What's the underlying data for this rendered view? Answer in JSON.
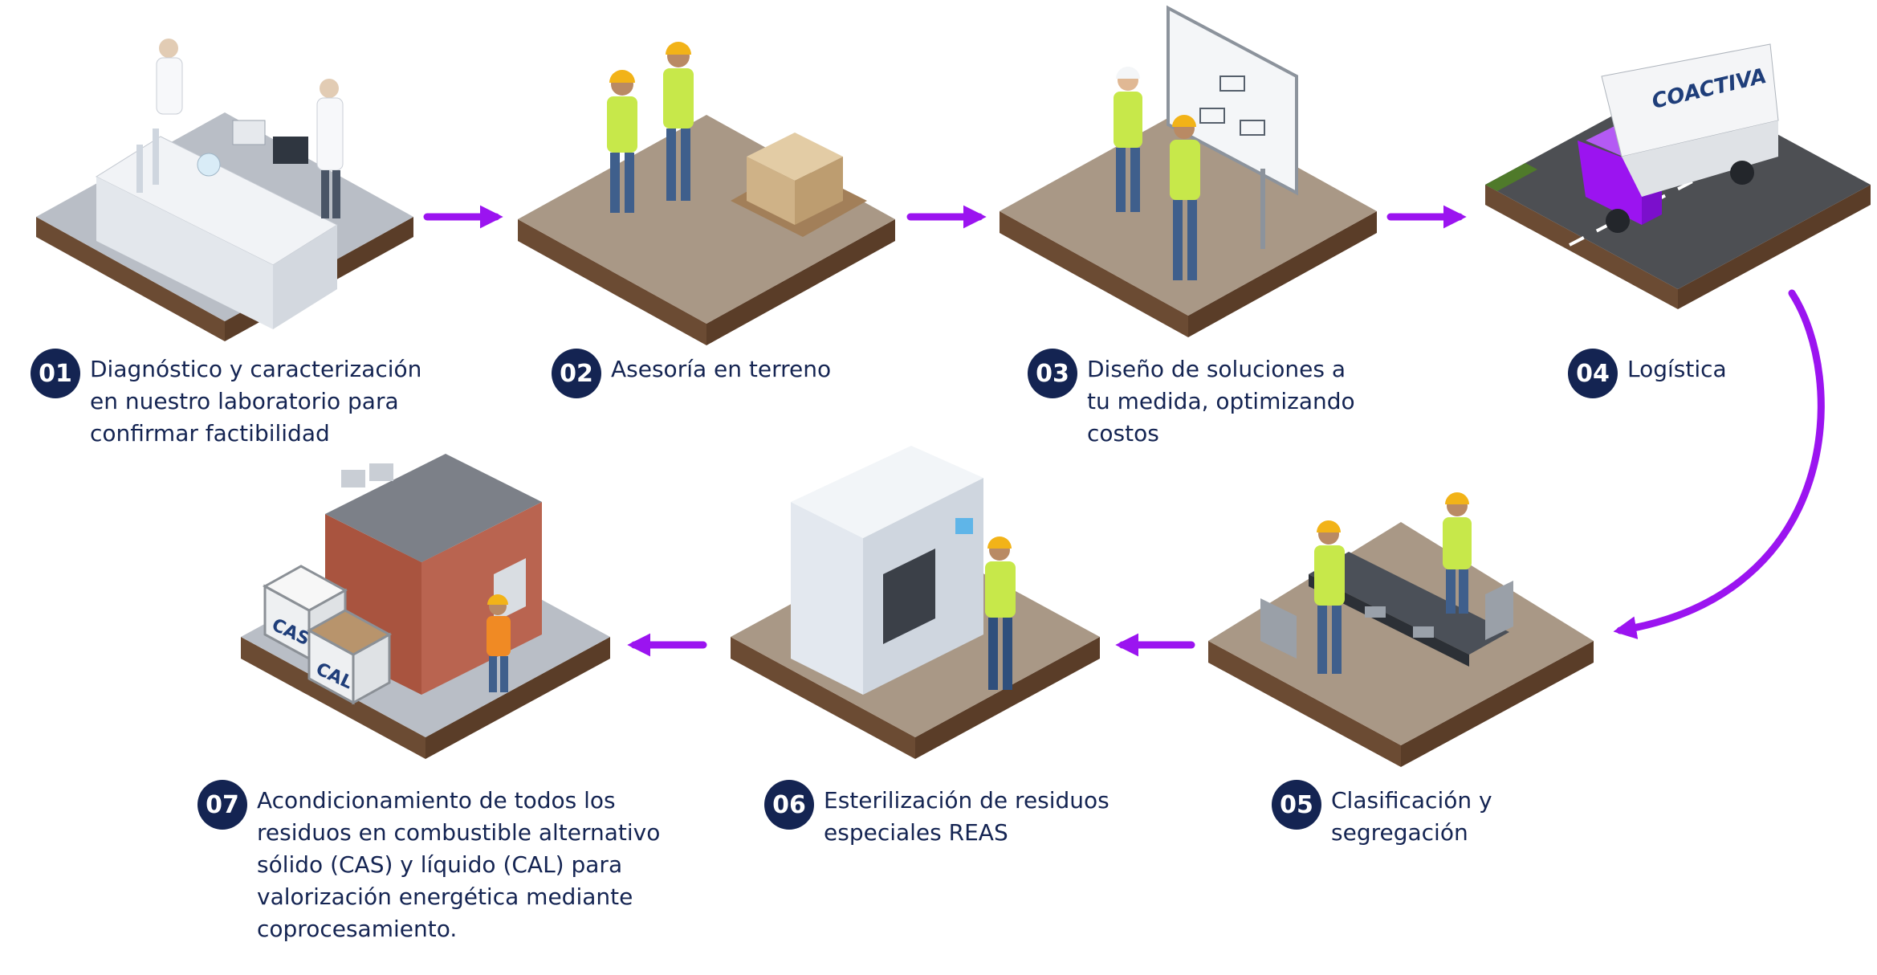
{
  "brand": {
    "truck_logo": "COACTIVA"
  },
  "colors": {
    "accent_arrow": "#9B14F0",
    "badge": "#142452",
    "text": "#142452",
    "soil_top": "#a99886",
    "soil_side": "#6b4b33",
    "grass": "#4f7a2a",
    "road": "#4d4f53",
    "concrete": "#b9bec6",
    "vest": "#c7e84a",
    "helmet": "#f2b318"
  },
  "steps": [
    {
      "number": "01",
      "label": "Diagnóstico y caracterización\nen nuestro laboratorio para\nconfirmar factibilidad",
      "scene": "laboratory"
    },
    {
      "number": "02",
      "label": "Asesoría en terreno",
      "scene": "field-consulting"
    },
    {
      "number": "03",
      "label": "Diseño de soluciones a\ntu medida, optimizando\ncostos",
      "scene": "whiteboard-design"
    },
    {
      "number": "04",
      "label": "Logística",
      "scene": "truck"
    },
    {
      "number": "05",
      "label": "Clasificación y\nsegregación",
      "scene": "sorting-conveyor"
    },
    {
      "number": "06",
      "label": "Esterilización de residuos\nespeciales REAS",
      "scene": "sterilizer"
    },
    {
      "number": "07",
      "label": "Acondicionamiento de todos los\nresiduos en combustible alternativo\nsólido (CAS) y líquido (CAL) para\nvalorización energética mediante\ncoprocesamiento.",
      "scene": "processing-plant"
    }
  ],
  "containers": {
    "left": "CAS",
    "right": "CAL"
  }
}
